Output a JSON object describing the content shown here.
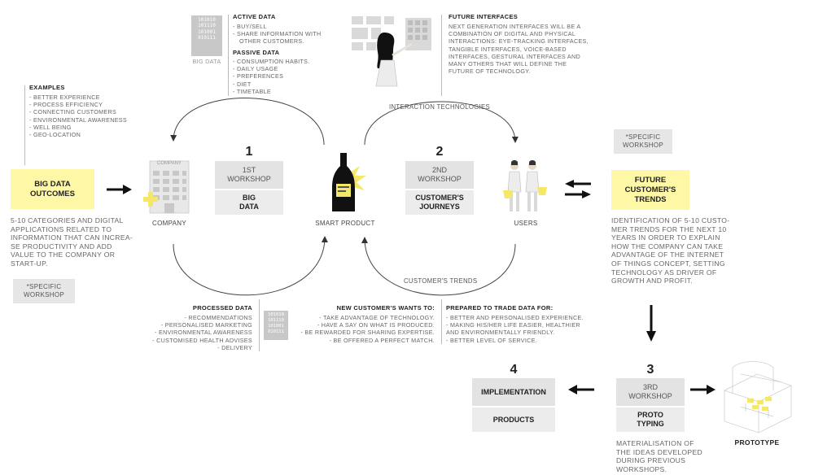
{
  "big_data_box": {
    "label": "BIG DATA",
    "binary": [
      "101010",
      "101110",
      "101001",
      "010111"
    ]
  },
  "active_data": {
    "title": "ACTIVE DATA",
    "items": [
      "- BUY/SELL",
      "- SHARE INFORMATION WITH",
      "  OTHER CUSTOMERS."
    ]
  },
  "passive_data": {
    "title": "PASSIVE DATA",
    "items": [
      "- CONSUMPTION HABITS.",
      "- DAILY USAGE",
      "- PREFERENCES",
      "- DIET",
      "- TIMETABLE"
    ]
  },
  "future_interfaces": {
    "title": "FUTURE INTERFACES",
    "text": [
      "NEXT GENERATION INTERFACES WILL BE A",
      "COMBINATION OF DIGITAL AND PHYSICAL",
      "INTERACTIONS: EYE-TRACKING INTERFACES,",
      "TANGIBLE INTERFACES, VOICE-BASED",
      "INTERFACES, GESTURAL INTERFACES AND",
      "MANY OTHERS THAT WILL DEFINE THE",
      "FUTURE OF TECHNOLOGY."
    ]
  },
  "examples": {
    "title": "EXAMPLES",
    "items": [
      "- BETTER EXPERIENCE",
      "- PROCESS EFFICIENCY",
      "- CONNECTING CUSTOMERS",
      "- ENVIRONMENTAL AWARENESS",
      "- WELL BEING",
      "- GEO-LOCATION"
    ]
  },
  "big_data_outcomes": {
    "label": [
      "BIG DATA",
      "OUTCOMES"
    ],
    "text": [
      "5-10 CATEGORIES AND DIGITAL",
      "APPLICATIONS RELATED TO",
      "INFORMATION THAT CAN INCREA-",
      "SE PRODUCTIVITY AND ADD",
      "VALUE TO THE COMPANY OR",
      "START-UP."
    ]
  },
  "specific_workshop_left": [
    "*SPECIFIC",
    "WORKSHOP"
  ],
  "specific_workshop_right": [
    "*SPECIFIC",
    "WORKSHOP"
  ],
  "company_label": "COMPANY",
  "company_sign": "COMPANY",
  "smart_product_label": "SMART PRODUCT",
  "users_label": "USERS",
  "interaction_technologies": "INTERACTION TECHNOLOGIES",
  "customers_trends": "CUSTOMER'S TRENDS",
  "workshop1": {
    "num": "1",
    "top": [
      "1st",
      "WORKSHOP"
    ],
    "bottom": [
      "BIG",
      "DATA"
    ]
  },
  "workshop2": {
    "num": "2",
    "top": [
      "2nd",
      "WORKSHOP"
    ],
    "bottom": [
      "CUSTOMER'S",
      "JOURNEYS"
    ]
  },
  "workshop3": {
    "num": "3",
    "top": [
      "3rd",
      "WORKSHOP"
    ],
    "bottom": [
      "PROTO",
      "TYPING"
    ]
  },
  "workshop4": {
    "num": "4",
    "top": [
      "IMPLEMENTATION"
    ],
    "bottom": [
      "PRODUCTS"
    ]
  },
  "future_trends": {
    "label": [
      "FUTURE",
      "CUSTOMER'S",
      "TRENDS"
    ],
    "text": [
      "IDENTIFICATION OF 5-10 CUSTO-",
      "MER TRENDS FOR THE NEXT 10",
      "YEARS IN ORDER TO EXPLAIN",
      "HOW THE COMPANY CAN TAKE",
      "ADVANTAGE OF THE INTERNET",
      "OF THINGS CONCEPT, SETTING",
      "TECHNOLOGY AS DRIVER OF",
      "GROWTH AND PROFIT."
    ]
  },
  "processed_data": {
    "title": "PROCESSED DATA",
    "items": [
      "- RECOMMENDATIONS",
      "- PERSONALISED MARKETING",
      "- ENVIRONMENTAL AWARENESS",
      "- CUSTOMISED HEALTH ADVISES",
      "- DELIVERY"
    ],
    "binary": [
      "101010",
      "101110",
      "101001",
      "010111"
    ]
  },
  "new_customer": {
    "title": "NEW CUSTOMER'S WANTS TO:",
    "items": [
      "- TAKE ADVANTAGE OF TECHNOLOGY.",
      "- HAVE A SAY ON WHAT IS PRODUCED.",
      "- BE REWARDED FOR SHARING EXPERTISE.",
      "- BE OFFERED A PERFECT MATCH."
    ]
  },
  "trade_data": {
    "title": "PREPARED TO TRADE DATA FOR:",
    "items": [
      "- BETTER AND PERSONALISED EXPERIENCE.",
      "- MAKING HIS/HER LIFE EASIER, HEALTHIER",
      "  AND  ENVIRONMENTALLY FRIENDLY.",
      "- BETTER LEVEL OF SERVICE."
    ]
  },
  "prototyping_text": [
    "MATERIALISATION OF",
    "THE IDEAS DEVELOPED",
    "DURING PREVIOUS",
    "WORKSHOPS."
  ],
  "prototype_label": "PROTOTYPE",
  "colors": {
    "accent": "#fdf7a6",
    "yellow_mark": "#f4e76a",
    "box_gray": "#e3e3e3"
  }
}
